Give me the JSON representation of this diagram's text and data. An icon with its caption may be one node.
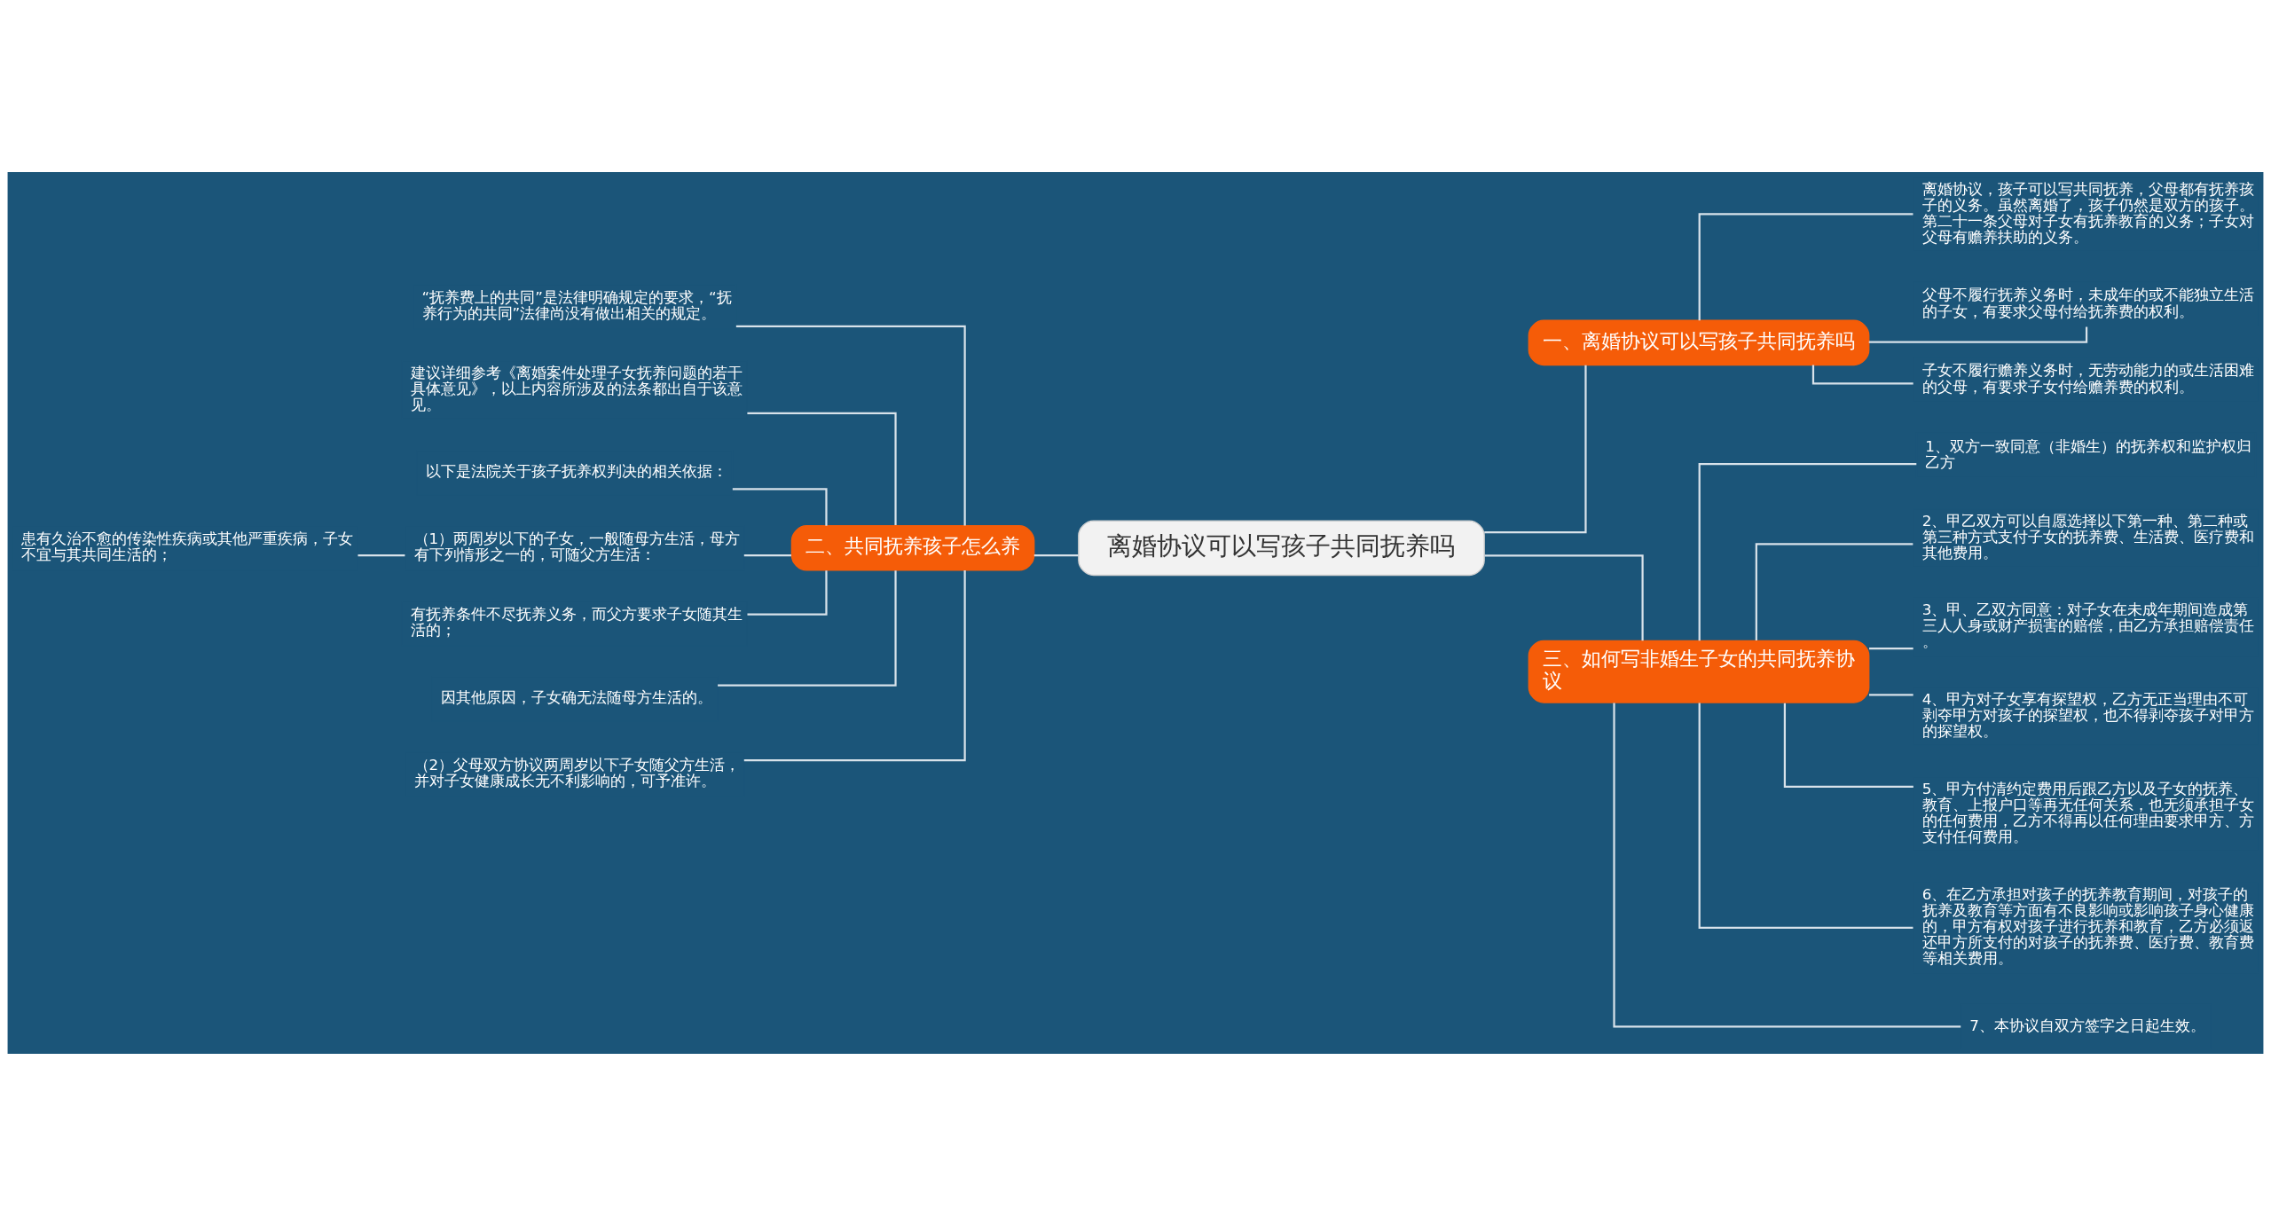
{
  "diagram": {
    "nodes": [
      {
        "text": [
          "离婚协议可以写孩子共同抚养吗"
        ]
      },
      {
        "text": [
          "一、离婚协议可以写孩子共同抚养吗"
        ]
      },
      {
        "text": [
          "离婚协议，孩子可以写共同抚养，父母都有抚养孩子的义务。虽然离婚了，孩子仍然是双方的孩子。第二十一条父母对子女有抚养教育的义务；子女对父母有赡养扶助的义务。"
        ]
      },
      {
        "text": [
          "父母不履行抚养义务时，未成年的或不能独立生活的子女，有要求父母付给抚养费的权利。"
        ]
      },
      {
        "text": [
          "子女不履行赡养义务时，无劳动能力的或生活困难的父母，有要求子女付给赡养费的权利。"
        ]
      },
      {
        "text": [
          "二、共同抚养孩子怎么养"
        ]
      },
      {
        "text": [
          "“抚养费上的共同”是法律明确规定的要求，“抚养行为的共同”法律尚没有做出相关的规定。"
        ]
      },
      {
        "text": [
          "建议详细参考《离婚案件处理子女抚养问题的若干具体意见》，以上内容所涉及的法条都出自于该意见。"
        ]
      },
      {
        "text": [
          "以下是法院关于孩子抚养权判决的相关依据："
        ]
      },
      {
        "text": [
          "（1）两周岁以下的子女，一般随母方生活，母方有下列情形之一的，可随父方生活："
        ]
      },
      {
        "text": [
          "有抚养条件不尽抚养义务，而父方要求子女随其生活的；"
        ]
      },
      {
        "text": [
          "因其他原因，子女确无法随母方生活的。"
        ]
      },
      {
        "text": [
          "（2）父母双方协议两周岁以下子女随父方生活，并对子女健康成长无不利影响的，可予准许。"
        ]
      },
      {
        "text": [
          "患有久治不愈的传染性疾病或其他严重疾病，子女不宜与其共同生活的；"
        ]
      },
      {
        "text": [
          "三、如何写非婚生子女的共同抚养协议"
        ]
      },
      {
        "text": [
          "1、双方一致同意（非婚生）的抚养权和监护权归乙方"
        ]
      },
      {
        "text": [
          "2、甲乙双方可以自愿选择以下第一种、第二种或第三种方式支付子女的抚养费、生活费、医疗费和其他费用。"
        ]
      },
      {
        "text": [
          "3、甲、乙双方同意：对子女在未成年期间造成第三人人身或财产损害的赔偿，由乙方承担赔偿责任。"
        ]
      },
      {
        "text": [
          "4、甲方对子女享有探望权，乙方无正当理由不可剥夺甲方对孩子的探望权，也不得剥夺孩子对甲方的探望权。"
        ]
      },
      {
        "text": [
          "5、甲方付清约定费用后跟乙方以及子女的抚养、教育、上报户口等再无任何关系，也无须承担子女的任何费用，乙方不得再以任何理由要求甲方、方支付任何费用。"
        ]
      },
      {
        "text": [
          "6、在乙方承担对孩子的抚养教育期间，对孩子的抚养及教育等方面有不良影响或影响孩子身心健康的，甲方有权对孩子进行抚养和教育，乙方必须返还甲方所支付的对孩子的抚养费、医疗费、教育费等相关费用。"
        ]
      },
      {
        "text": [
          "7、本协议自双方签字之日起生效。"
        ]
      }
    ],
    "edges": [
      {
        "from": 0,
        "to": 1,
        "arrow": "none"
      },
      {
        "from": 1,
        "to": 2,
        "arrow": "none"
      },
      {
        "from": 1,
        "to": 3,
        "arrow": "none"
      },
      {
        "from": 1,
        "to": 4,
        "arrow": "none"
      },
      {
        "from": 0,
        "to": 5,
        "arrow": "none"
      },
      {
        "from": 5,
        "to": 6,
        "arrow": "none"
      },
      {
        "from": 5,
        "to": 7,
        "arrow": "none"
      },
      {
        "from": 5,
        "to": 8,
        "arrow": "none"
      },
      {
        "from": 5,
        "to": 9,
        "arrow": "none"
      },
      {
        "from": 5,
        "to": 10,
        "arrow": "none"
      },
      {
        "from": 5,
        "to": 11,
        "arrow": "none"
      },
      {
        "from": 5,
        "to": 12,
        "arrow": "none"
      },
      {
        "from": 9,
        "to": 13,
        "arrow": "none"
      },
      {
        "from": 0,
        "to": 14,
        "arrow": "none"
      },
      {
        "from": 14,
        "to": 15,
        "arrow": "none"
      },
      {
        "from": 14,
        "to": 16,
        "arrow": "none"
      },
      {
        "from": 14,
        "to": 17,
        "arrow": "none"
      },
      {
        "from": 14,
        "to": 18,
        "arrow": "none"
      },
      {
        "from": 14,
        "to": 19,
        "arrow": "none"
      },
      {
        "from": 14,
        "to": 20,
        "arrow": "none"
      },
      {
        "from": 14,
        "to": 21,
        "arrow": "none"
      }
    ]
  }
}
